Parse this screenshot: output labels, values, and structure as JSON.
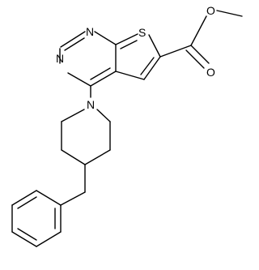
{
  "molecule": {
    "atoms": {
      "n1": "N",
      "n3": "N",
      "s": "S",
      "o_carbonyl": "O",
      "o_ester": "O",
      "n_piperidine": "N"
    },
    "colors": {
      "line": "#000000",
      "background": "#ffffff"
    }
  }
}
